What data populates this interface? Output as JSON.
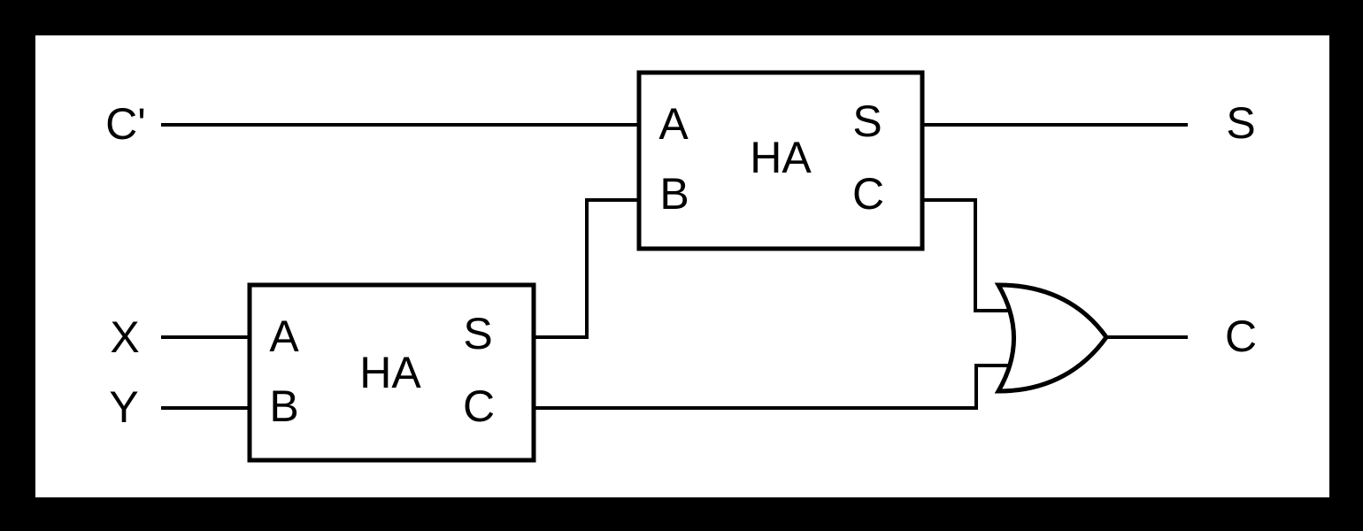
{
  "diagram": {
    "inputs": {
      "carry_in": "C'",
      "x": "X",
      "y": "Y"
    },
    "outputs": {
      "sum": "S",
      "carry": "C"
    },
    "ha_top": {
      "label": "HA",
      "port_a": "A",
      "port_b": "B",
      "port_s": "S",
      "port_c": "C"
    },
    "ha_bottom": {
      "label": "HA",
      "port_a": "A",
      "port_b": "B",
      "port_s": "S",
      "port_c": "C"
    },
    "colors": {
      "frame": "#000000",
      "canvas": "#ffffff",
      "line": "#000000",
      "text": "#000000"
    }
  }
}
